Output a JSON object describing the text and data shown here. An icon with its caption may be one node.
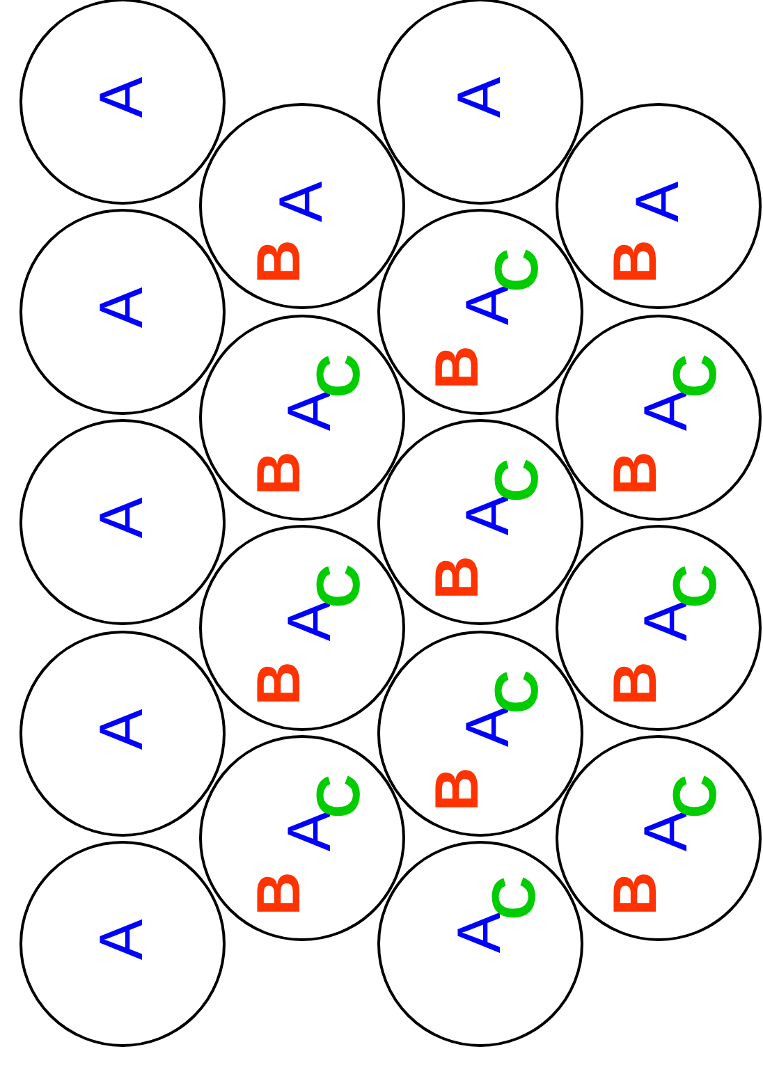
{
  "diagram": {
    "nodes": [
      {
        "text": [
          "A"
        ]
      },
      {
        "text": [
          "A"
        ]
      },
      {
        "text": [
          "A",
          "B"
        ]
      },
      {
        "text": [
          "A",
          "B"
        ]
      },
      {
        "text": [
          "A"
        ]
      },
      {
        "text": [
          "A",
          "B",
          "C"
        ]
      },
      {
        "text": [
          "A",
          "B",
          "C"
        ]
      },
      {
        "text": [
          "A",
          "B",
          "C"
        ]
      },
      {
        "text": [
          "A"
        ]
      },
      {
        "text": [
          "A",
          "B",
          "C"
        ]
      },
      {
        "text": [
          "A",
          "B",
          "C"
        ]
      },
      {
        "text": [
          "A",
          "B",
          "C"
        ]
      },
      {
        "text": [
          "A"
        ]
      },
      {
        "text": [
          "A",
          "B",
          "C"
        ]
      },
      {
        "text": [
          "A",
          "B",
          "C"
        ]
      },
      {
        "text": [
          "A",
          "B",
          "C"
        ]
      },
      {
        "text": [
          "A"
        ]
      },
      {
        "text": [
          "A",
          "C"
        ]
      }
    ]
  }
}
